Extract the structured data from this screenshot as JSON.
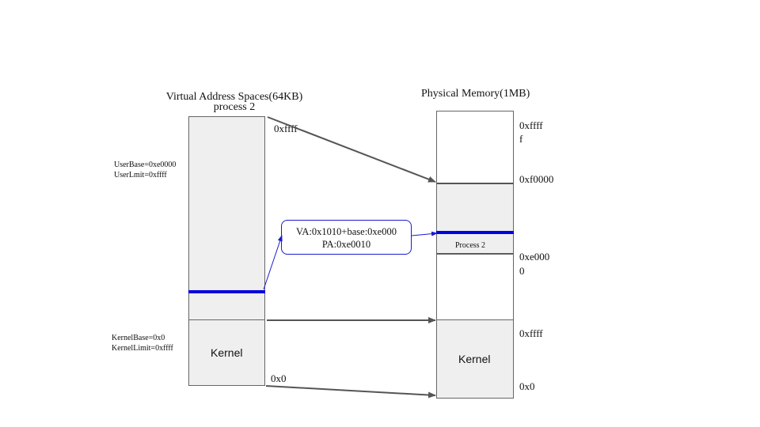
{
  "virtual": {
    "title": "Virtual Address Spaces(64KB)",
    "subtitle": "process 2",
    "top_addr": "0xffff",
    "bottom_addr": "0x0",
    "user_base": "UserBase=0xe0000",
    "user_limit": "UserLmit=0xffff",
    "kernel_base": "KernelBase=0x0",
    "kernel_limit": "KernelLimit=0xffff",
    "kernel_label": "Kernel"
  },
  "physical": {
    "title": "Physical Memory(1MB)",
    "addr_top_line1": "0xffff",
    "addr_top_line2": "f",
    "addr_f0000": "0xf0000",
    "addr_e000_line1": "0xe000",
    "addr_e000_line2": "0",
    "addr_ffff": "0xffff",
    "addr_0": "0x0",
    "process_label": "Process 2",
    "kernel_label": "Kernel"
  },
  "callout": {
    "line1": "VA:0x1010+base:0xe000",
    "line2": "PA:0xe0010"
  },
  "colors": {
    "highlight": "#0000e0",
    "arrow": "#555555",
    "box_fill": "#efefef"
  }
}
